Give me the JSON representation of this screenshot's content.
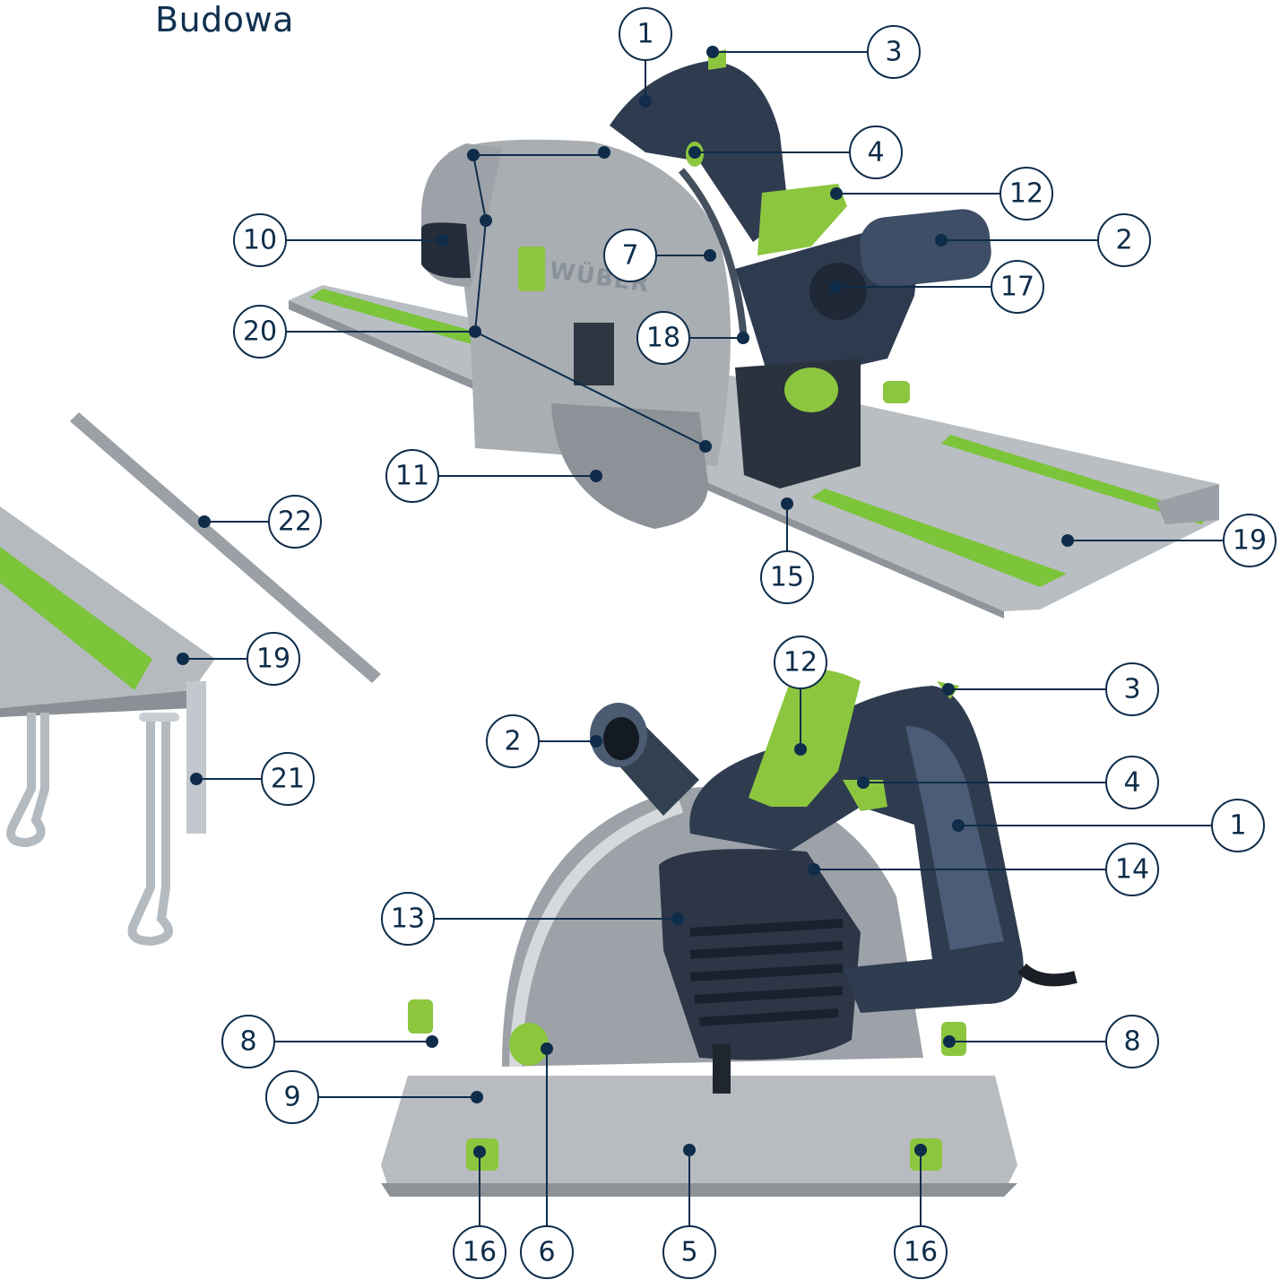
{
  "title": "Budowa",
  "brand": "WÜBER",
  "colors": {
    "accent": "#8cc63f",
    "ink": "#0f2d4a",
    "body": "#2f3c50",
    "metal": "#a9aeb3"
  },
  "callouts": [
    {
      "id": "c1a",
      "label": "1"
    },
    {
      "id": "c3a",
      "label": "3"
    },
    {
      "id": "c4a",
      "label": "4"
    },
    {
      "id": "c12a",
      "label": "12"
    },
    {
      "id": "c2a",
      "label": "2"
    },
    {
      "id": "c17",
      "label": "17"
    },
    {
      "id": "c10",
      "label": "10"
    },
    {
      "id": "c7",
      "label": "7"
    },
    {
      "id": "c20",
      "label": "20"
    },
    {
      "id": "c18",
      "label": "18"
    },
    {
      "id": "c11",
      "label": "11"
    },
    {
      "id": "c15",
      "label": "15"
    },
    {
      "id": "c19a",
      "label": "19"
    },
    {
      "id": "c22",
      "label": "22"
    },
    {
      "id": "c19b",
      "label": "19"
    },
    {
      "id": "c21",
      "label": "21"
    },
    {
      "id": "c12b",
      "label": "12"
    },
    {
      "id": "c3b",
      "label": "3"
    },
    {
      "id": "c2b",
      "label": "2"
    },
    {
      "id": "c4b",
      "label": "4"
    },
    {
      "id": "c1b",
      "label": "1"
    },
    {
      "id": "c14",
      "label": "14"
    },
    {
      "id": "c13",
      "label": "13"
    },
    {
      "id": "c8a",
      "label": "8"
    },
    {
      "id": "c8b",
      "label": "8"
    },
    {
      "id": "c9",
      "label": "9"
    },
    {
      "id": "c16a",
      "label": "16"
    },
    {
      "id": "c6",
      "label": "6"
    },
    {
      "id": "c5",
      "label": "5"
    },
    {
      "id": "c16b",
      "label": "16"
    }
  ]
}
